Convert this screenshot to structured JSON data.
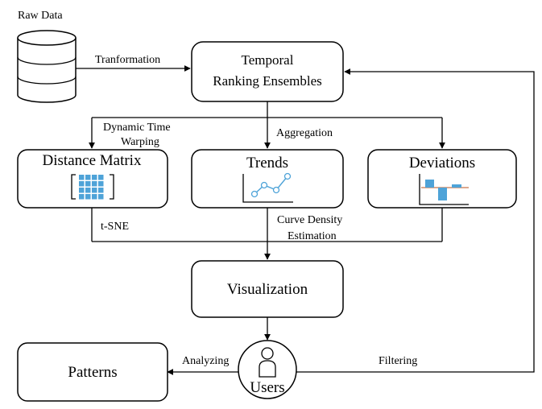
{
  "source": {
    "label": "Raw Data"
  },
  "nodes": {
    "ensembles": {
      "line1": "Temporal",
      "line2": "Ranking Ensembles"
    },
    "distance_matrix": {
      "label": "Distance Matrix"
    },
    "trends": {
      "label": "Trends"
    },
    "deviations": {
      "label": "Deviations"
    },
    "visualization": {
      "label": "Visualization"
    },
    "patterns": {
      "label": "Patterns"
    },
    "users": {
      "label": "Users"
    }
  },
  "edges": {
    "transformation": "Tranformation",
    "dtw_line1": "Dynamic Time",
    "dtw_line2": "Warping",
    "aggregation": "Aggregation",
    "tsne": "t-SNE",
    "cde_line1": "Curve Density",
    "cde_line2": "Estimation",
    "analyzing": "Analyzing",
    "filtering": "Filtering"
  },
  "icons": {
    "database": "database-icon",
    "matrix": "matrix-grid-icon",
    "trend": "trend-line-icon",
    "deviation": "deviation-bars-icon",
    "user": "user-icon"
  },
  "colors": {
    "accent": "#4ea3d8",
    "deviation_axis": "#c8744a"
  }
}
